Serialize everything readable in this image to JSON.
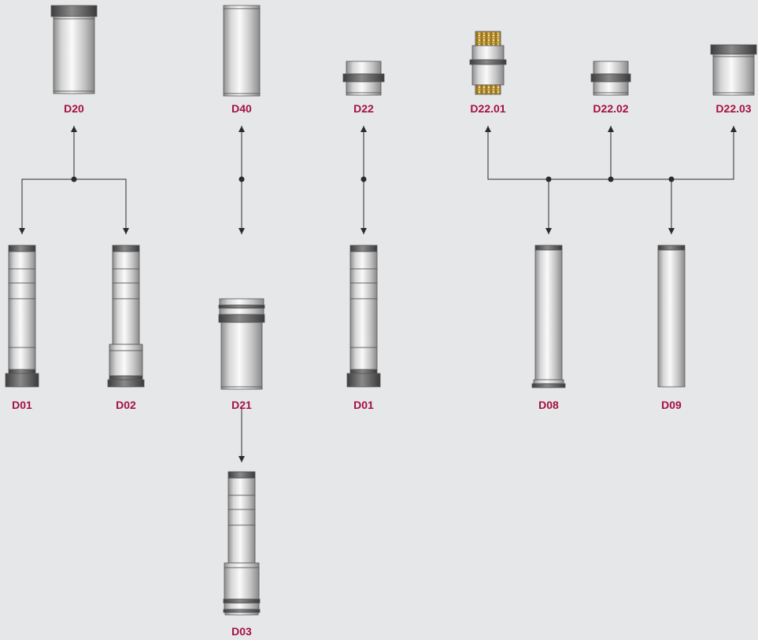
{
  "colors": {
    "label": "#a4113f",
    "background": "#e6e7e9",
    "line": "#2b2b2b",
    "bronze": "#d8a733"
  },
  "parts": [
    {
      "id": "d20",
      "label": "D20",
      "icon": "bushing-collar-icon"
    },
    {
      "id": "d40",
      "label": "D40",
      "icon": "plain-sleeve-icon"
    },
    {
      "id": "d22",
      "label": "D22",
      "icon": "ringed-bushing-icon"
    },
    {
      "id": "d2201",
      "label": "D22.01",
      "icon": "ball-cage-bushing-icon"
    },
    {
      "id": "d2202",
      "label": "D22.02",
      "icon": "ringed-bushing-icon"
    },
    {
      "id": "d2203",
      "label": "D22.03",
      "icon": "collar-bushing-icon"
    },
    {
      "id": "d01a",
      "label": "D01",
      "icon": "guide-pillar-icon"
    },
    {
      "id": "d02",
      "label": "D02",
      "icon": "guide-pillar-shoulder-icon"
    },
    {
      "id": "d21",
      "label": "D21",
      "icon": "ringed-sleeve-icon"
    },
    {
      "id": "d01b",
      "label": "D01",
      "icon": "guide-pillar-icon"
    },
    {
      "id": "d08",
      "label": "D08",
      "icon": "long-pillar-flange-icon"
    },
    {
      "id": "d09",
      "label": "D09",
      "icon": "long-pillar-icon"
    },
    {
      "id": "d03",
      "label": "D03",
      "icon": "guide-pillar-ringed-icon"
    }
  ]
}
